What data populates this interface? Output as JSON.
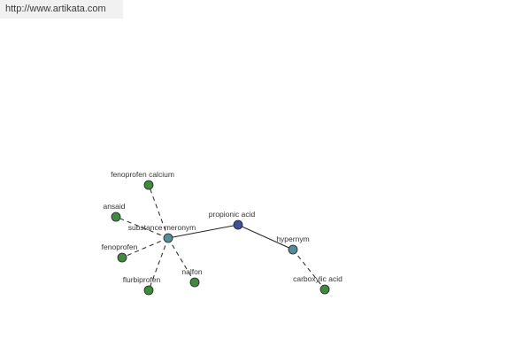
{
  "header": {
    "url_text": "http://www.artikata.com"
  },
  "colors": {
    "center_node": "#3d4f9a",
    "relation_node": "#4f8f99",
    "leaf_node": "#3f8a3f"
  },
  "graph": {
    "nodes": [
      {
        "id": "propionic-acid",
        "label": "propionic acid",
        "kind": "center"
      },
      {
        "id": "substance-meronym",
        "label": "substance meronym",
        "kind": "relation"
      },
      {
        "id": "hypernym",
        "label": "hypernym",
        "kind": "relation"
      },
      {
        "id": "fenoprofen-calcium",
        "label": "fenoprofen calcium",
        "kind": "leaf"
      },
      {
        "id": "ansaid",
        "label": "ansaid",
        "kind": "leaf"
      },
      {
        "id": "fenoprofen",
        "label": "fenoprofen",
        "kind": "leaf"
      },
      {
        "id": "flurbiprofen",
        "label": "flurbiprofen",
        "kind": "leaf"
      },
      {
        "id": "nalfon",
        "label": "nalfon",
        "kind": "leaf"
      },
      {
        "id": "carboxylic-acid",
        "label": "carboxylic acid",
        "kind": "leaf"
      }
    ],
    "edges": [
      {
        "from": "propionic-acid",
        "to": "substance-meronym",
        "style": "solid"
      },
      {
        "from": "propionic-acid",
        "to": "hypernym",
        "style": "solid"
      },
      {
        "from": "substance-meronym",
        "to": "fenoprofen-calcium",
        "style": "dashed"
      },
      {
        "from": "substance-meronym",
        "to": "ansaid",
        "style": "dashed"
      },
      {
        "from": "substance-meronym",
        "to": "fenoprofen",
        "style": "dashed"
      },
      {
        "from": "substance-meronym",
        "to": "flurbiprofen",
        "style": "dashed"
      },
      {
        "from": "substance-meronym",
        "to": "nalfon",
        "style": "dashed"
      },
      {
        "from": "hypernym",
        "to": "carboxylic-acid",
        "style": "dashed"
      }
    ]
  }
}
